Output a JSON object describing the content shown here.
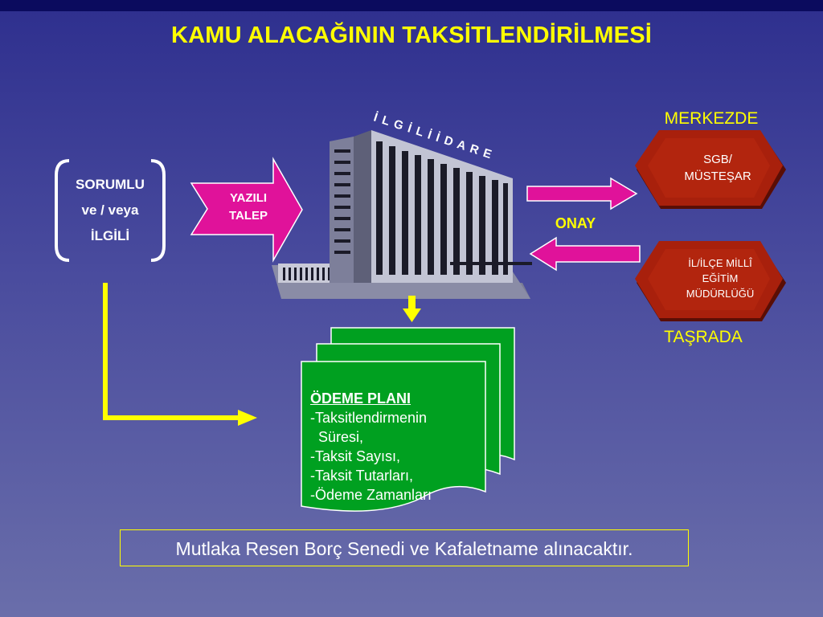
{
  "slide": {
    "title": "KAMU ALACAĞININ TAKSİTLENDİRİLMESİ",
    "applicant": [
      "SORUMLU",
      "ve / veya",
      "İLGİLİ"
    ],
    "request_label": [
      "YAZILI",
      "TALEP"
    ],
    "building_label": "İ L G İ L İ  İ D A R E",
    "approval_label": "ONAY",
    "center_label": "MERKEZDE",
    "center_authority": [
      "SGB/",
      "MÜSTEŞAR"
    ],
    "province_label": "TAŞRADA",
    "province_authority": [
      "İL/İLÇE MİLLÎ",
      "EĞİTİM",
      "MÜDÜRLÜĞÜ"
    ],
    "plan": {
      "heading": "ÖDEME PLANI",
      "lines": [
        "-Taksitlendirmenin",
        "  Süresi,",
        "-Taksit Sayısı,",
        "-Taksit Tutarları,",
        "-Ödeme Zamanları"
      ]
    },
    "note": "Mutlaka Resen Borç Senedi ve Kafaletname alınacaktır."
  },
  "colors": {
    "title": "#ffff00",
    "arrow_magenta": "#e0129a",
    "hex_red": "#a8200c",
    "doc_green": "#00a020",
    "connector": "#ffff00"
  }
}
